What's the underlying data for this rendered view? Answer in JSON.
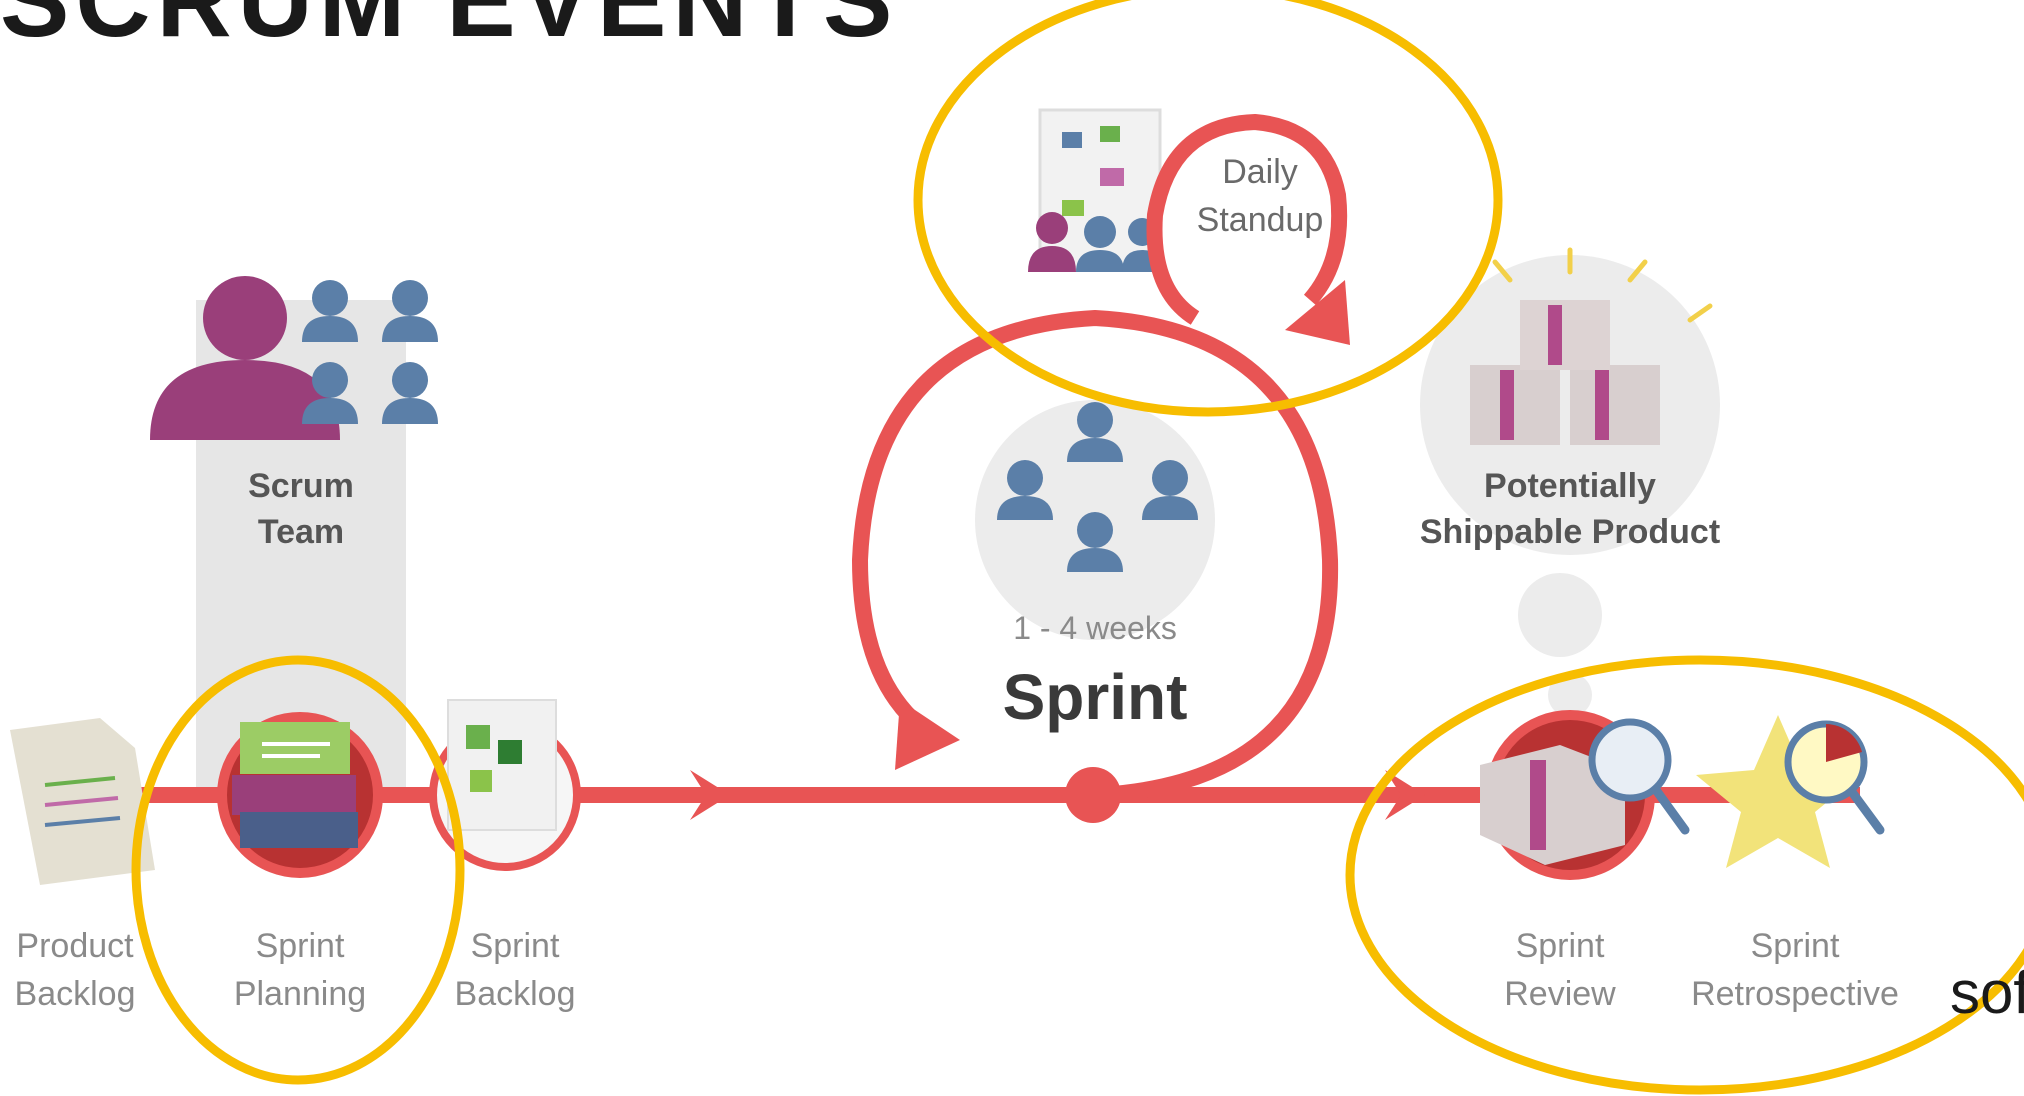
{
  "title": "SCRUM EVENTS",
  "tail_text": "sof",
  "team_label": [
    "Scrum",
    "Team"
  ],
  "daily_label": [
    "Daily",
    "Standup"
  ],
  "product_label": [
    "Potentially",
    "Shippable Product"
  ],
  "sprint": {
    "duration": "1 - 4 weeks",
    "label": "Sprint"
  },
  "stages": [
    {
      "line1": "Product",
      "line2": "Backlog"
    },
    {
      "line1": "Sprint",
      "line2": "Planning"
    },
    {
      "line1": "Sprint",
      "line2": "Backlog"
    },
    {
      "line1": "Sprint",
      "line2": "Review"
    },
    {
      "line1": "Sprint",
      "line2": "Retrospective"
    }
  ],
  "colors": {
    "flow": "#e85454",
    "highlight": "#f7bd00",
    "person": "#5b7fa8",
    "owner": "#9a3f7a",
    "panel": "#e6e6e6"
  }
}
